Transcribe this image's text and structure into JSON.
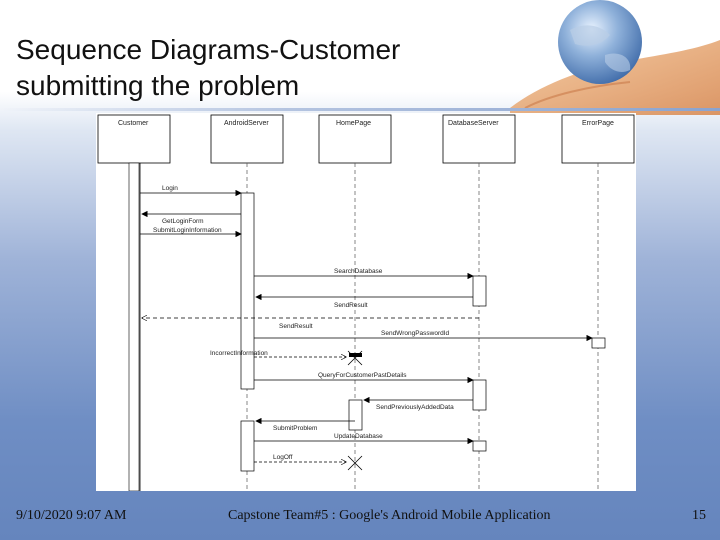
{
  "slide": {
    "title": "Sequence Diagrams-Customer submitting the problem",
    "footer_date": "9/10/2020 9:07 AM",
    "footer_center": "Capstone Team#5 : Google's Android Mobile Application",
    "page_number": "15"
  },
  "diagram": {
    "participants": [
      "Customer",
      "AndroidServer",
      "HomePage",
      "DatabaseServer",
      "ErrorPage"
    ],
    "messages": [
      "Login",
      "GetLoginForm",
      "SubmitLoginInformation",
      "SearchDatabase",
      "SendResult",
      "SendResult",
      "SendWrongPasswordId",
      "IncorrectInformation",
      "QueryForCustomerPastDetails",
      "SendPreviouslyAddedData",
      "SubmitProblem",
      "UpdateDatabase",
      "LogOff"
    ]
  },
  "colors": {
    "background_top": "#ffffff",
    "background_bottom": "#6585bd"
  }
}
